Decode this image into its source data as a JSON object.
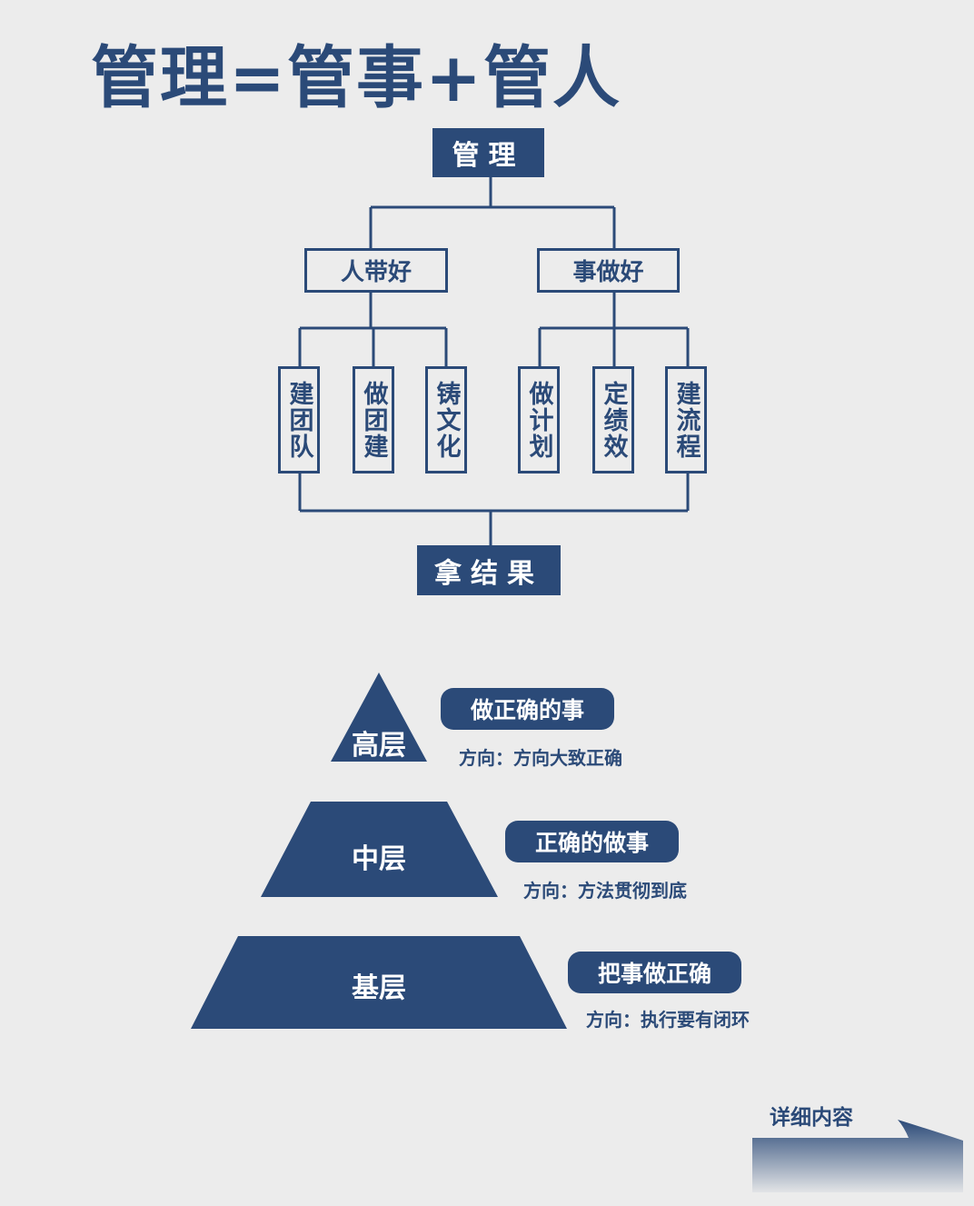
{
  "title": "管理=管事+管人",
  "tree": {
    "root": "管理",
    "branches": [
      {
        "label": "人带好",
        "children": [
          "建团队",
          "做团建",
          "铸文化"
        ]
      },
      {
        "label": "事做好",
        "children": [
          "做计划",
          "定绩效",
          "建流程"
        ]
      }
    ],
    "result": "拿结果"
  },
  "pyramid": [
    {
      "level": "高层",
      "slogan": "做正确的事",
      "direction": "方向：方向大致正确"
    },
    {
      "level": "中层",
      "slogan": "正确的做事",
      "direction": "方向：方法贯彻到底"
    },
    {
      "level": "基层",
      "slogan": "把事做正确",
      "direction": "方向：执行要有闭环"
    }
  ],
  "more_link": "详细内容",
  "colors": {
    "primary": "#2b4a78",
    "background": "#ececec"
  }
}
